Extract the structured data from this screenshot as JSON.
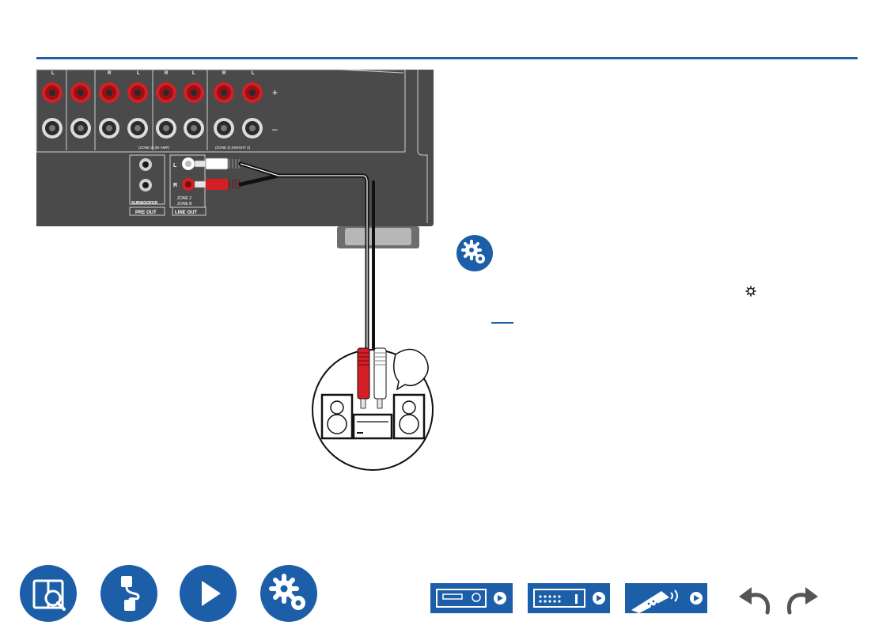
{
  "panel": {
    "channel_labels": [
      "L",
      "R",
      "L",
      "R",
      "L",
      "R",
      "L"
    ],
    "plus_sign": "+",
    "minus_sign": "–",
    "zone2_biamp_label": "(ZONE 2) (BI-AMP)",
    "zone2_height2_label": "(ZONE 2) (HEIGHT 2)",
    "subwoofer_label": "SUBWOOFER",
    "pre_out_label": "PRE OUT",
    "line_out_l": "L",
    "line_out_r": "R",
    "zone2_label": "ZONE 2",
    "zoneb_label": "ZONE B",
    "line_out_label": "LINE OUT"
  },
  "icons": {
    "settings_badge": "settings-gears-icon",
    "inline_settings": "gear-icon",
    "speech_bubble": "speech-bubble-icon",
    "stereo_system": "mini-stereo-system-icon"
  },
  "colors": {
    "accent": "#1c5fa8",
    "panel": "#4b4a4a",
    "jack_red": "#d41f26",
    "cable": "#111111"
  },
  "nav": {
    "contents": "manual-contents-icon",
    "connections": "cable-connection-icon",
    "playback": "play-icon",
    "setup": "settings-gears-icon"
  },
  "device_nav": {
    "front_panel": "front-panel-icon",
    "rear_panel": "rear-panel-icon",
    "remote": "remote-controller-icon",
    "back": "undo-arrow-icon",
    "forward": "redo-arrow-icon"
  }
}
